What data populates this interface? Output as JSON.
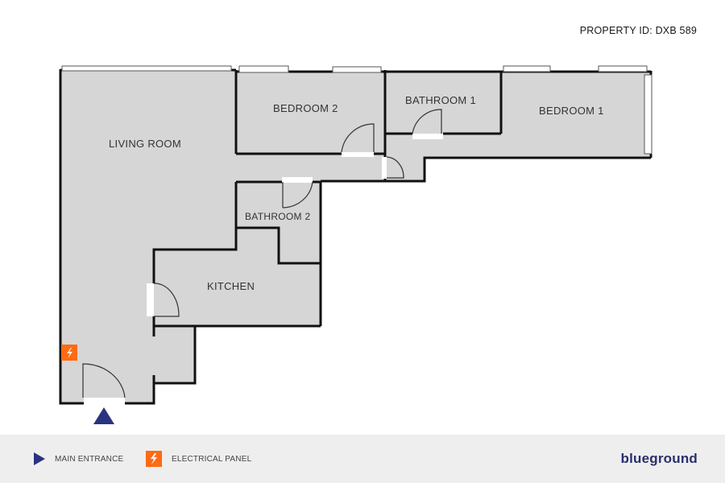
{
  "header": {
    "property_id": "PROPERTY ID: DXB 589"
  },
  "rooms": {
    "living_room": "LIVING ROOM",
    "bedroom_2": "BEDROOM 2",
    "bathroom_1": "BATHROOM 1",
    "bedroom_1": "BEDROOM 1",
    "bathroom_2": "BATHROOM 2",
    "kitchen": "KITCHEN"
  },
  "legend": {
    "main_entrance": "MAIN ENTRANCE",
    "electrical_panel": "ELECTRICAL PANEL"
  },
  "brand": {
    "name": "blueground"
  },
  "colors": {
    "floor": "#d6d6d6",
    "wall": "#111111",
    "entrance_marker": "#2a3380",
    "electrical": "#ff6a13",
    "footer_bg": "#eeeeee",
    "brand": "#2a2f6e"
  }
}
